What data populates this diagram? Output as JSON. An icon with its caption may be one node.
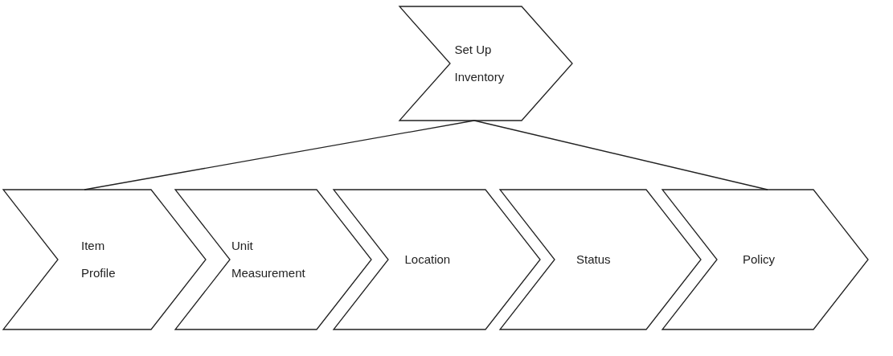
{
  "diagram": {
    "nodes": [
      {
        "text": [
          "Set Up Inventory"
        ]
      },
      {
        "text": [
          "Item Profile"
        ]
      },
      {
        "text": [
          "Unit Measurement"
        ]
      },
      {
        "text": [
          "Location"
        ]
      },
      {
        "text": [
          "Status"
        ]
      },
      {
        "text": [
          "Policy"
        ]
      }
    ],
    "edges": [
      {
        "from": 0,
        "to": 1,
        "arrow": "none"
      },
      {
        "from": 0,
        "to": 5,
        "arrow": "none"
      }
    ]
  }
}
